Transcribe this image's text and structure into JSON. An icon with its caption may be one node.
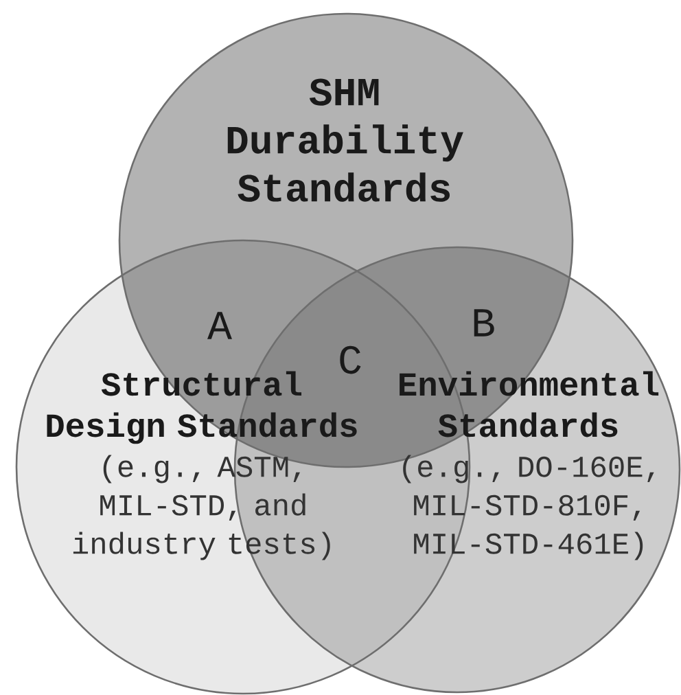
{
  "diagram": {
    "nodes": [
      {
        "text": [
          "SHM Durability Standards"
        ]
      },
      {
        "text": [
          "Structural Design Standards",
          "(e.g., ASTM, MIL-STD, and industry tests)"
        ]
      },
      {
        "text": [
          "Environmental Standards",
          "(e.g., DO-160E, MIL-STD-810F, MIL-STD-461E)"
        ]
      }
    ],
    "labels": [
      "A",
      "C",
      "B"
    ]
  }
}
